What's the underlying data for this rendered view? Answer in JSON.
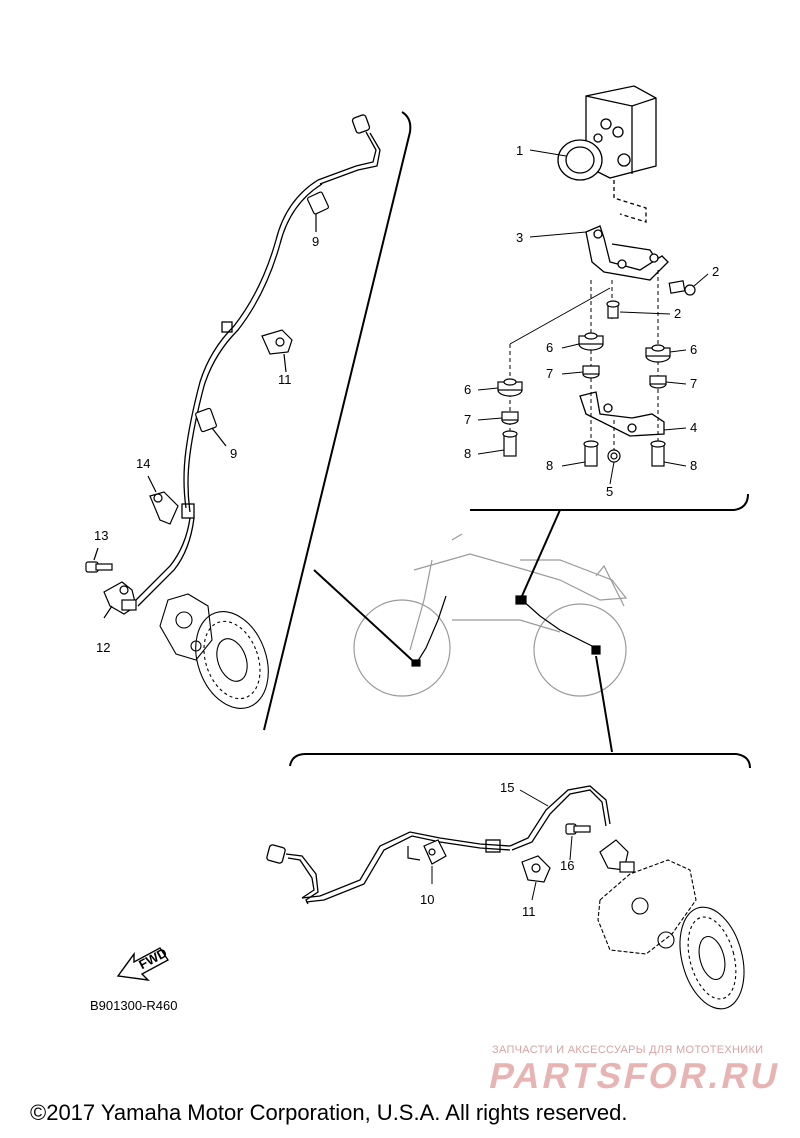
{
  "callouts": {
    "c1": "1",
    "c2a": "2",
    "c2b": "2",
    "c3": "3",
    "c4": "4",
    "c5": "5",
    "c6a": "6",
    "c6b": "6",
    "c6c": "6",
    "c7a": "7",
    "c7b": "7",
    "c7c": "7",
    "c8a": "8",
    "c8b": "8",
    "c8c": "8",
    "c9a": "9",
    "c9b": "9",
    "c10": "10",
    "c11a": "11",
    "c11b": "11",
    "c12": "12",
    "c13": "13",
    "c14": "14",
    "c15": "15",
    "c16": "16"
  },
  "fwd_label": "FWD",
  "diagram_code": "B901300-R460",
  "watermark": {
    "tagline": "ЗАПЧАСТИ И АКСЕССУАРЫ ДЛЯ МОТОТЕХНИКИ",
    "logo": "PARTSFOR.RU"
  },
  "copyright": "©2017 Yamaha Motor Corporation, U.S.A. All rights reserved."
}
